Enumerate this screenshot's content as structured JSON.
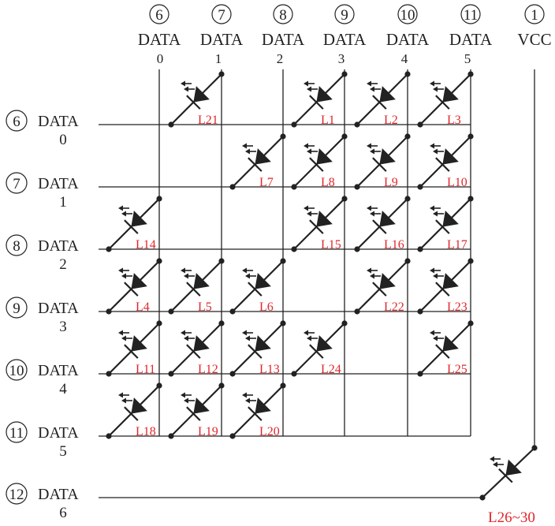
{
  "columns": [
    {
      "pin": "6",
      "name": "DATA",
      "index": "0"
    },
    {
      "pin": "7",
      "name": "DATA",
      "index": "1"
    },
    {
      "pin": "8",
      "name": "DATA",
      "index": "2"
    },
    {
      "pin": "9",
      "name": "DATA",
      "index": "3"
    },
    {
      "pin": "10",
      "name": "DATA",
      "index": "4"
    },
    {
      "pin": "11",
      "name": "DATA",
      "index": "5"
    }
  ],
  "vcc": {
    "pin": "1",
    "name": "VCC"
  },
  "rows": [
    {
      "pin": "6",
      "name": "DATA",
      "index": "0"
    },
    {
      "pin": "7",
      "name": "DATA",
      "index": "1"
    },
    {
      "pin": "8",
      "name": "DATA",
      "index": "2"
    },
    {
      "pin": "9",
      "name": "DATA",
      "index": "3"
    },
    {
      "pin": "10",
      "name": "DATA",
      "index": "4"
    },
    {
      "pin": "11",
      "name": "DATA",
      "index": "5"
    },
    {
      "pin": "12",
      "name": "DATA",
      "index": "6"
    }
  ],
  "leds": [
    {
      "label": "L21",
      "row": 0,
      "col": 1
    },
    {
      "label": "L1",
      "row": 0,
      "col": 3
    },
    {
      "label": "L2",
      "row": 0,
      "col": 4
    },
    {
      "label": "L3",
      "row": 0,
      "col": 5
    },
    {
      "label": "L7",
      "row": 1,
      "col": 2
    },
    {
      "label": "L8",
      "row": 1,
      "col": 3
    },
    {
      "label": "L9",
      "row": 1,
      "col": 4
    },
    {
      "label": "L10",
      "row": 1,
      "col": 5
    },
    {
      "label": "L14",
      "row": 2,
      "col": 0
    },
    {
      "label": "L15",
      "row": 2,
      "col": 3
    },
    {
      "label": "L16",
      "row": 2,
      "col": 4
    },
    {
      "label": "L17",
      "row": 2,
      "col": 5
    },
    {
      "label": "L4",
      "row": 3,
      "col": 0
    },
    {
      "label": "L5",
      "row": 3,
      "col": 1
    },
    {
      "label": "L6",
      "row": 3,
      "col": 2
    },
    {
      "label": "L22",
      "row": 3,
      "col": 4
    },
    {
      "label": "L23",
      "row": 3,
      "col": 5
    },
    {
      "label": "L11",
      "row": 4,
      "col": 0
    },
    {
      "label": "L12",
      "row": 4,
      "col": 1
    },
    {
      "label": "L13",
      "row": 4,
      "col": 2
    },
    {
      "label": "L24",
      "row": 4,
      "col": 3
    },
    {
      "label": "L25",
      "row": 4,
      "col": 5
    },
    {
      "label": "L18",
      "row": 5,
      "col": 0
    },
    {
      "label": "L19",
      "row": 5,
      "col": 1
    },
    {
      "label": "L20",
      "row": 5,
      "col": 2
    },
    {
      "label": "L26~30",
      "row": 6,
      "col": 6
    }
  ],
  "colors": {
    "line": "#222222",
    "label": "#e0262a"
  }
}
